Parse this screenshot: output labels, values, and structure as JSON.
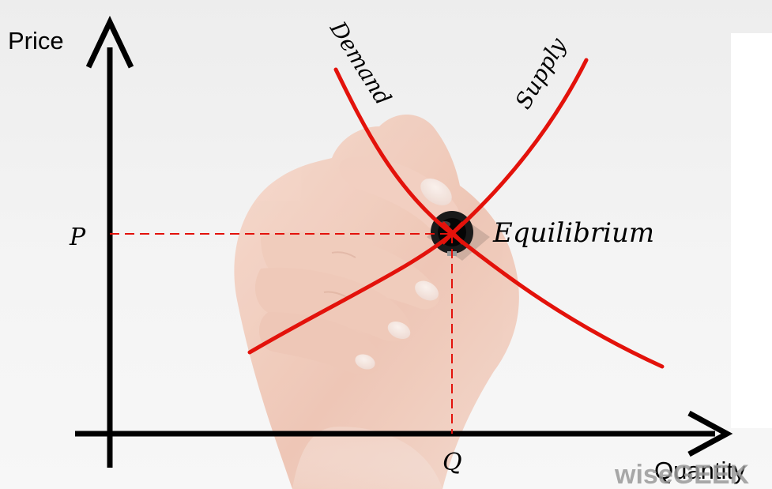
{
  "diagram": {
    "axis_labels": {
      "y": "Price",
      "x": "Quantity"
    },
    "point_labels": {
      "price": "P",
      "quantity": "Q",
      "equilibrium": "Equilibrium"
    },
    "curve_labels": {
      "demand": "Demand",
      "supply": "Supply"
    },
    "watermark": "wiseGEEK"
  },
  "colors": {
    "curve": "#e3120b",
    "axis": "#000000",
    "guide": "#e3120b",
    "watermark": "#9a9a9a"
  }
}
